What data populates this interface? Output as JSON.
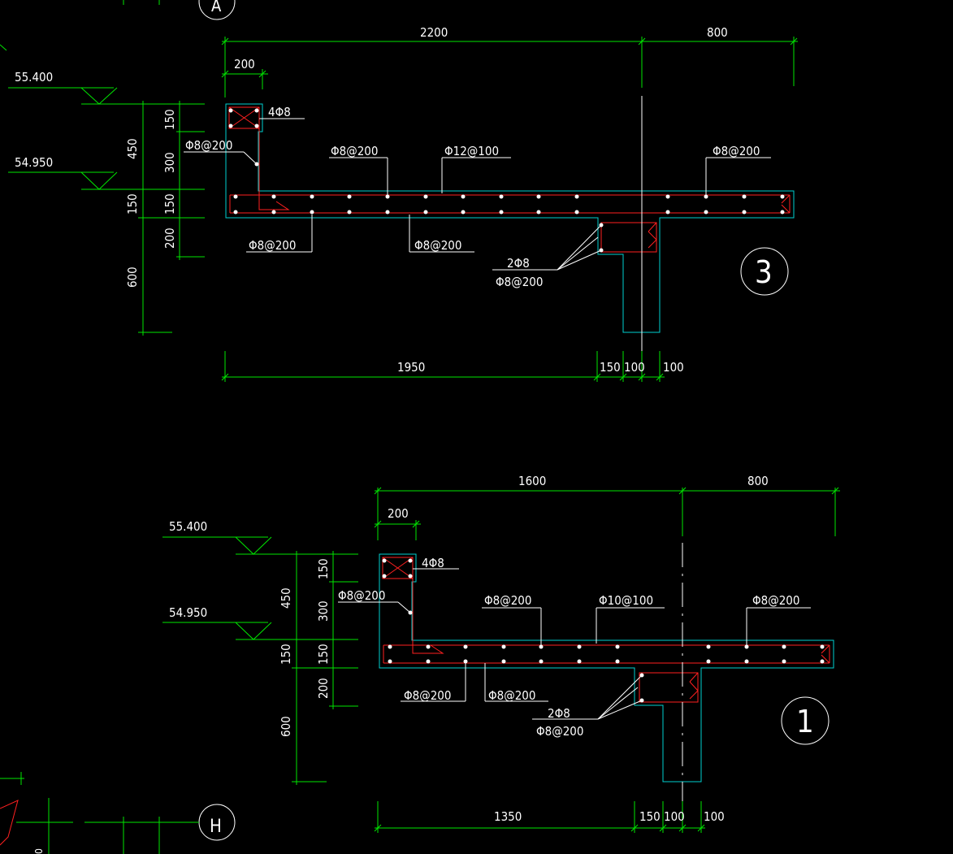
{
  "colors": {
    "background": "#000000",
    "dimension": "#00e600",
    "concrete_outline": "#00d0d0",
    "rebar": "#ff2020",
    "text": "#ffffff"
  },
  "grid_bubbles": {
    "top": "A",
    "bottom": "H"
  },
  "section_top": {
    "marker": "3",
    "elev_upper": "55.400",
    "elev_lower": "54.950",
    "dim_top_overall": "2200",
    "dim_top_right": "800",
    "dim_top_edge": "200",
    "dim_left_150a": "150",
    "dim_left_300": "300",
    "dim_left_150b": "150",
    "dim_left_200": "200",
    "dim_left_450": "450",
    "dim_left_150c": "150",
    "dim_left_600": "600",
    "label_corner": "4Φ8",
    "label_stirrup": "Φ8@200",
    "label_top_left": "Φ8@200",
    "label_top_main": "Φ12@100",
    "label_top_right": "Φ8@200",
    "label_bot_left": "Φ8@200",
    "label_bot_mid": "Φ8@200",
    "label_beam_bars": "2Φ8",
    "label_beam_stirrup": "Φ8@200",
    "dim_bot_main": "1950",
    "dim_bot_150": "150",
    "dim_bot_100a": "100",
    "dim_bot_100b": "100"
  },
  "section_bottom": {
    "marker": "1",
    "elev_upper": "55.400",
    "elev_lower": "54.950",
    "dim_top_overall": "1600",
    "dim_top_right": "800",
    "dim_top_edge": "200",
    "dim_left_150a": "150",
    "dim_left_300": "300",
    "dim_left_150b": "150",
    "dim_left_200": "200",
    "dim_left_450": "450",
    "dim_left_150c": "150",
    "dim_left_600": "600",
    "label_corner": "4Φ8",
    "label_stirrup": "Φ8@200",
    "label_top_left": "Φ8@200",
    "label_top_main": "Φ10@100",
    "label_top_right": "Φ8@200",
    "label_bot_left": "Φ8@200",
    "label_bot_mid": "Φ8@200",
    "label_beam_bars": "2Φ8",
    "label_beam_stirrup": "Φ8@200",
    "dim_bot_main": "1350",
    "dim_bot_150": "150",
    "dim_bot_100a": "100",
    "dim_bot_100b": "100",
    "partial_label": "0"
  }
}
